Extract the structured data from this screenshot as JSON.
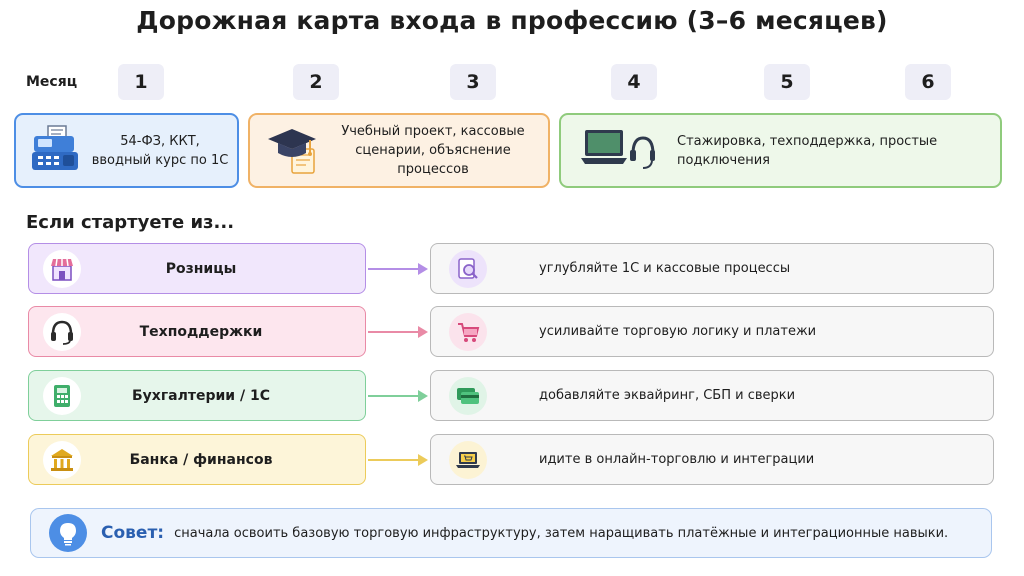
{
  "title": "Дорожная карта входа в профессию (3–6 месяцев)",
  "months": {
    "label": "Месяц",
    "items": [
      "1",
      "2",
      "3",
      "4",
      "5",
      "6"
    ]
  },
  "stages": [
    {
      "text": "54-ФЗ, ККТ, вводный курс по 1С",
      "icon": "cash-register-icon",
      "color": "#4d8ee5",
      "fill": "#e6f0fc"
    },
    {
      "text": "Учебный проект, кассовые сценарии, объяснение процессов",
      "icon": "graduation-cap-icon",
      "color": "#f0b266",
      "fill": "#fdf1e3"
    },
    {
      "text": "Стажировка, техподдержка, простые подключения",
      "icon": "laptop-headset-icon",
      "color": "#8fcb7c",
      "fill": "#eef8ea"
    }
  ],
  "section_title": "Если стартуете из...",
  "paths": [
    {
      "from": "Розницы",
      "to": "углубляйте 1С и кассовые процессы",
      "from_icon": "storefront-icon",
      "to_icon": "document-search-icon",
      "color": "#b48ee6",
      "fill": "#f1e7fc",
      "icon_bg": "#ede3fb"
    },
    {
      "from": "Техподдержки",
      "to": "усиливайте торговую логику и платежи",
      "from_icon": "headset-icon",
      "to_icon": "shopping-cart-icon",
      "color": "#e98aa6",
      "fill": "#fde6ee",
      "icon_bg": "#fbe3ec"
    },
    {
      "from": "Бухгалтерии / 1С",
      "to": "добавляйте эквайринг, СБП и сверки",
      "from_icon": "calculator-icon",
      "to_icon": "credit-cards-icon",
      "color": "#7fcf9a",
      "fill": "#e6f6eb",
      "icon_bg": "#e0f4e7"
    },
    {
      "from": "Банка / финансов",
      "to": "идите в онлайн-торговлю и интеграции",
      "from_icon": "bank-icon",
      "to_icon": "laptop-cart-icon",
      "color": "#eccb5a",
      "fill": "#fdf5d9",
      "icon_bg": "#fcf3d4"
    }
  ],
  "tip": {
    "label": "Совет:",
    "text": "сначала освоить базовую торговую инфраструктуру, затем наращивать платёжные и интеграционные навыки.",
    "icon": "lightbulb-icon"
  }
}
